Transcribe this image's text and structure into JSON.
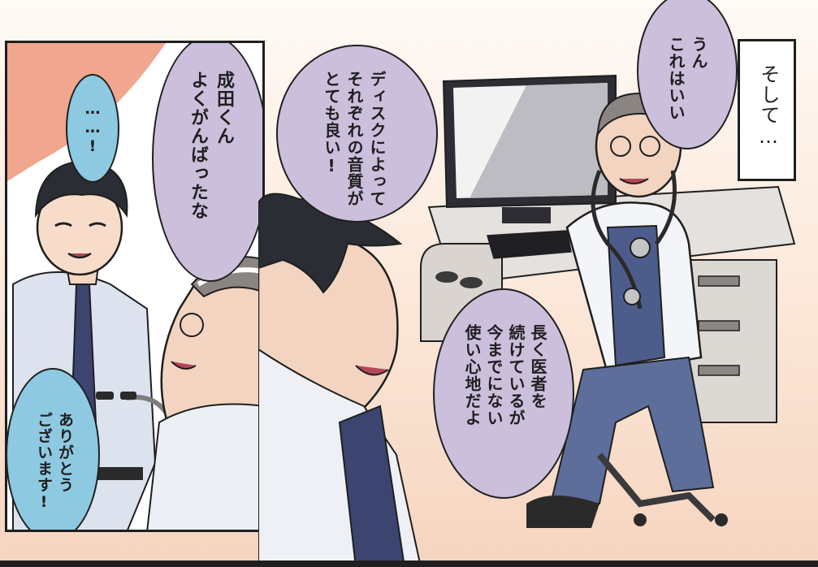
{
  "colors": {
    "panel_border": "#1f1f1f",
    "bubble_purple": "#cbbfdc",
    "bubble_blue": "#8ec9e2",
    "background_peach": "#f9dfcd",
    "background_salmon": "#f1a68f",
    "shirt_blue": "#dde3ee",
    "tie_navy": "#3b4570",
    "scrubs_navy": "#4c5d8c",
    "hair_dark": "#2b2d35",
    "hair_gray": "#8b8582"
  },
  "narration": {
    "text": "そして…"
  },
  "left_panel": {
    "bubble_small": {
      "text": "……!"
    },
    "bubble_praise": {
      "text": "成田くん\nよくがんばったな"
    },
    "bubble_thanks": {
      "text": "ありがとう\nございます!"
    }
  },
  "right_panel": {
    "bubble_good": {
      "text": "うん\nこれはいい"
    },
    "bubble_disc": {
      "text": "ディスクによって\nそれぞれの音質が\nとても良い!"
    },
    "bubble_comfort": {
      "text": "長く医者を\n続けているが\n今までにない\n使い心地だよ"
    }
  }
}
